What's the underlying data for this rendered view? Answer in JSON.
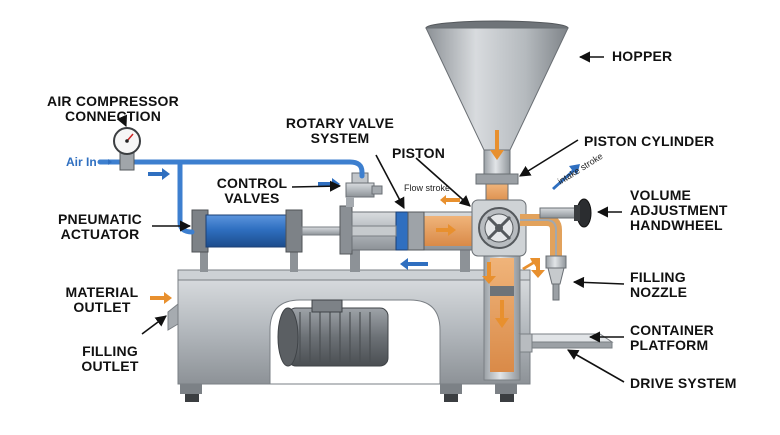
{
  "labels": {
    "hopper": "HOPPER",
    "air_compressor": [
      "AIR COMPRESSOR",
      "CONNECTION"
    ],
    "rotary_valve": [
      "ROTARY VALVE",
      "SYSTEM"
    ],
    "piston_cylinder": "PISTON CYLINDER",
    "piston": "PISTON",
    "control_valves": [
      "CONTROL",
      "VALVES"
    ],
    "volume_adjustment": [
      "VOLUME",
      "ADJUSTMENT",
      "HANDWHEEL"
    ],
    "pneumatic_actuator": [
      "PNEUMATIC",
      "ACTUATOR"
    ],
    "filling_nozzle": [
      "FILLING",
      "NOZZLE"
    ],
    "material_outlet": [
      "MATERIAL",
      "OUTLET"
    ],
    "container_platform": [
      "CONTAINER",
      "PLATFORM"
    ],
    "filling_outlet": [
      "FILLING",
      "OUTLET"
    ],
    "drive_system": "DRIVE SYSTEM",
    "air_in": "Air In",
    "flow_stroke": "Flow stroke",
    "intake_stroke": "intake stroke"
  },
  "colors": {
    "steel": "#b8bcc0",
    "steel_dark": "#8e9398",
    "actuator_blue": "#2f6fc0",
    "air_line": "#3d7fcf",
    "product_orange": "#e8a060",
    "flow_arrow": "#e8902e",
    "label_text": "#111111"
  }
}
